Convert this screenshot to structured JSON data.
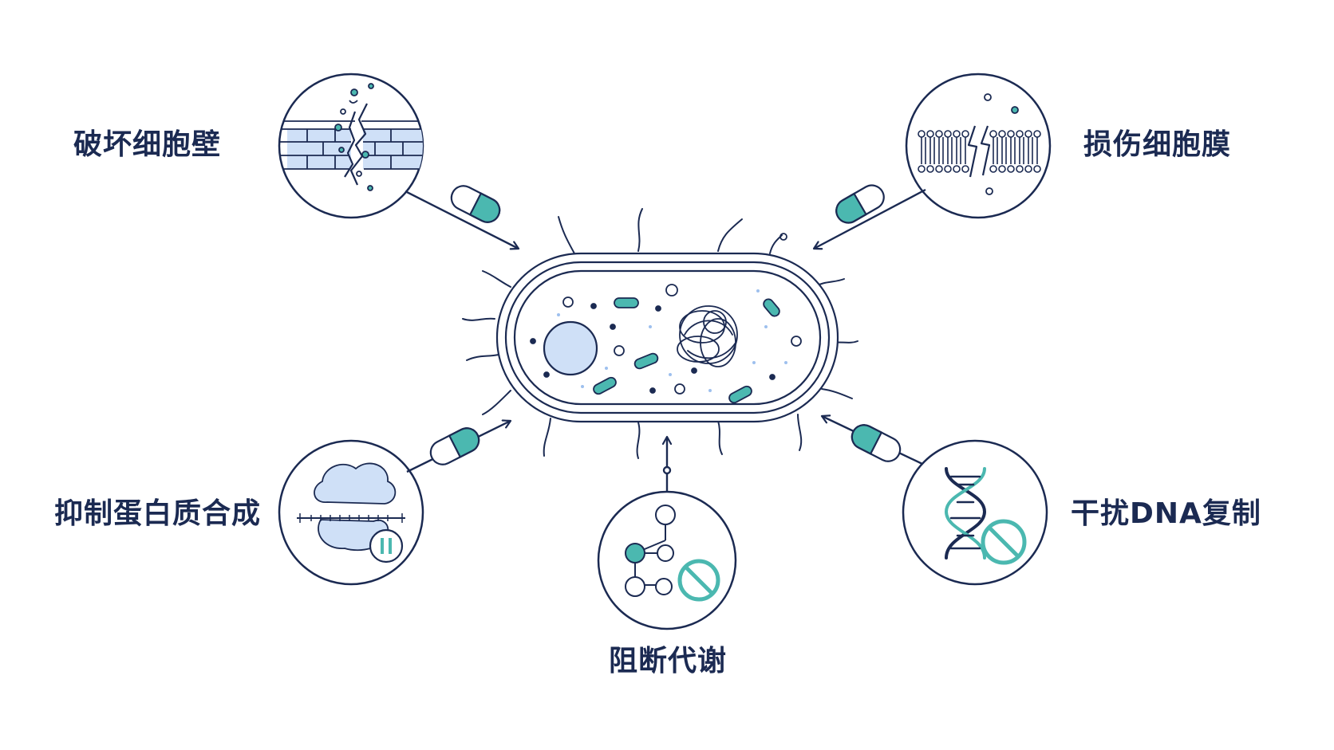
{
  "labels": {
    "wall": "破坏细胞壁",
    "membrane": "损伤细胞膜",
    "protein": "抑制蛋白质合成",
    "dna": "干扰DNA复制",
    "metabolism": "阻断代谢"
  },
  "colors": {
    "navy": "#1b2a52",
    "teal": "#4bb8b0",
    "light_blue": "#cfe0f7",
    "mid_blue": "#9ec0ee"
  },
  "icons": {
    "center": "bacterium-icon",
    "wall": "broken-cell-wall-icon",
    "membrane": "damaged-lipid-bilayer-icon",
    "protein": "paused-ribosome-icon",
    "dna": "blocked-dna-helix-icon",
    "metabolism": "blocked-metabolic-pathway-icon",
    "drug": "capsule-icon"
  }
}
